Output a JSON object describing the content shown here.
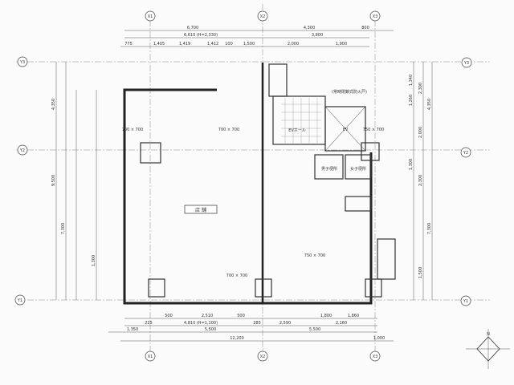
{
  "grid_axes": {
    "x": [
      "X1",
      "X2",
      "X3"
    ],
    "y": [
      "Y3",
      "Y2",
      "Y1"
    ]
  },
  "dims_top": [
    "6,700",
    "4,300",
    "800",
    "6,610 (H=2,330)",
    "3,800",
    "775",
    "1,405",
    "1,419",
    "1,412",
    "100",
    "1,500",
    "2,000",
    "1,900"
  ],
  "dims_bottom": [
    "500",
    "2,510",
    "500",
    "1,800",
    "1,860",
    "225",
    "4,810 (H=1,100)",
    "285",
    "2,590",
    "2,160",
    "1,350",
    "5,500",
    "5,500",
    "12,200",
    "1,000"
  ],
  "dims_left": [
    "4,350",
    "9,500",
    "7,300",
    "1,300"
  ],
  "dims_right": [
    "1,340",
    "1,260",
    "2,300",
    "4,350",
    "2,000",
    "1,300",
    "2,300",
    "7,300",
    "1,500"
  ],
  "rooms": {
    "main": "店 舗",
    "hall": "EVホール",
    "elevator": "EV",
    "toilet_m": "男子便所",
    "toilet_f": "女子便所",
    "storage": "(常時閉鎖式防火戸)",
    "column1": "700 × 700",
    "column2": "700 × 700",
    "column3": "750 × 700",
    "column4": "750 × 700",
    "column5": "700 × 700"
  },
  "north_label": "N"
}
